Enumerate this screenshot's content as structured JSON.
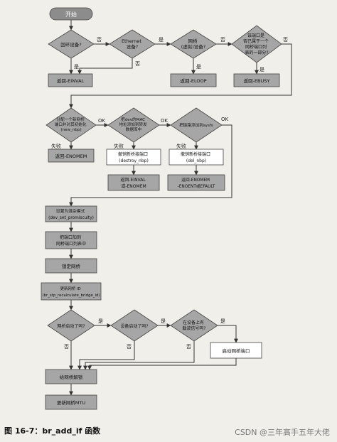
{
  "nodes": {
    "start": "开始",
    "d_loopback": "回环设备?",
    "d_ethernet": [
      "Ethernet",
      "设备?"
    ],
    "d_bridge": [
      "网桥",
      "(虚拟)设备?"
    ],
    "d_belongs": [
      "该端口是",
      "否已属于一个",
      "网桥端口列",
      "表的一部分?"
    ],
    "einval": "返回-EINVAL",
    "eloop": "返回-ELOOP",
    "ebusy": "返回-EBUSY",
    "d_alloc": [
      "分配一个新网桥",
      "端口并对其初始化",
      "(new_nbp)"
    ],
    "d_addmac": [
      "把dev的MAC",
      "地址添加到转发",
      "数据库中"
    ],
    "d_sysfs": [
      "把链路添加到sysfs"
    ],
    "enomem": "返回-ENOMEM",
    "destroy": [
      "撤销新桥接端口",
      "(destroy_nbp)"
    ],
    "delnbp": [
      "撤销新桥接端口",
      "(del_nbp)"
    ],
    "ret_einval_enomem": [
      "返回-EINVAL",
      "或-ENOMEM"
    ],
    "ret_enomem_enoent": [
      "返回-ENOMEM",
      "-ENOENT或EFAULT"
    ],
    "promisc": [
      "设置为混杂模式",
      "(dev_set_promiscuity)"
    ],
    "addport": [
      "把端口加到",
      "网桥端口列表中"
    ],
    "lock": "锁定网桥",
    "updateid": [
      "更新网桥 ID",
      "(br_stp_recalculate_bridge_id)"
    ],
    "d_bridge_up": "网桥启动了吗?",
    "d_dev_up": "设备启动了吗?",
    "d_carrier": [
      "在设备上有",
      "载波信号吗?"
    ],
    "enable_port": "启动网桥端口",
    "unlock": "给网桥解锁",
    "mtu": "更新网桥MTU"
  },
  "labels": {
    "yes": "是",
    "no": "否",
    "ok": "OK",
    "fail": "失败"
  },
  "caption": "图 16-7：br_add_if 函数",
  "watermark": "CSDN @三年高手五年大佬"
}
